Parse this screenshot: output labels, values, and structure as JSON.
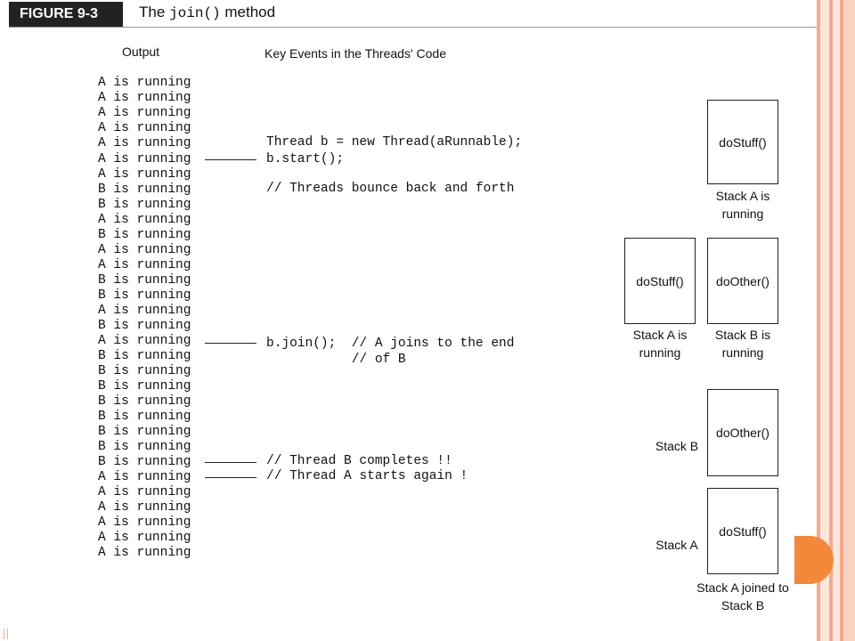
{
  "header": {
    "figure_label": "FIGURE 9-3",
    "title_prefix": "The ",
    "title_code": "join()",
    "title_suffix": " method"
  },
  "columns": {
    "output": "Output",
    "events": "Key Events in the Threads' Code"
  },
  "output_lines": [
    "A is running",
    "A is running",
    "A is running",
    "A is running",
    "A is running",
    "A is running",
    "A is running",
    "B is running",
    "B is running",
    "A is running",
    "B is running",
    "A is running",
    "A is running",
    "B is running",
    "B is running",
    "A is running",
    "B is running",
    "A is running",
    "B is running",
    "B is running",
    "B is running",
    "B is running",
    "B is running",
    "B is running",
    "B is running",
    "B is running",
    "A is running",
    "A is running",
    "A is running",
    "A is running",
    "A is running",
    "A is running"
  ],
  "code_lines": [
    "Thread b = new Thread(aRunnable);",
    "b.start();",
    "// Threads bounce back and forth",
    "b.join();  // A joins to the end",
    "           // of B",
    "// Thread B completes !!",
    "// Thread A starts again !"
  ],
  "stacks": {
    "box1": "doStuff()",
    "cap1": "Stack A is running",
    "box2": "doStuff()",
    "cap2": "Stack A is running",
    "box3": "doOther()",
    "cap3": "Stack B is running",
    "box4": "doOther()",
    "label4": "Stack B",
    "box5": "doStuff()",
    "label5": "Stack A",
    "cap5": "Stack A joined to Stack B"
  },
  "colors": {
    "accent": "#f4883a",
    "stripe_light": "#fbd3c3",
    "stripe_mid": "#f5a98d",
    "badge": "#222222"
  }
}
